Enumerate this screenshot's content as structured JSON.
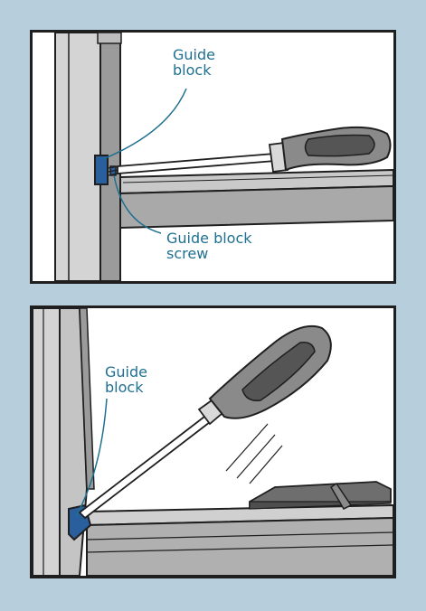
{
  "colors": {
    "background": "#b7cfdc",
    "panel_border": "#1f1f1f",
    "label_text": "#1f7090",
    "leader_line": "#1f7090",
    "guide_block": "#2a5f9e",
    "frame_gray": "#9b9b9b",
    "frame_light": "#d4d4d4",
    "screwdriver_handle": "#8a8a8a",
    "screwdriver_grip": "#555555"
  },
  "top_panel": {
    "guide_block_label": [
      "Guide",
      "block"
    ],
    "guide_block_screw_label": [
      "Guide block",
      "screw"
    ]
  },
  "bottom_panel": {
    "guide_block_label": [
      "Guide",
      "block"
    ]
  }
}
